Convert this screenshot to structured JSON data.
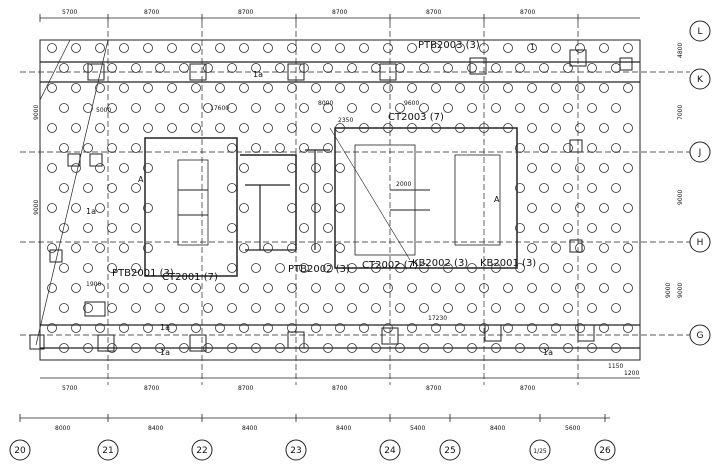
{
  "drawing": {
    "top_dimensions": [
      "5700",
      "8700",
      "8700",
      "8700",
      "8700",
      "8700"
    ],
    "bottom_dimensions_row1": [
      "5700",
      "8700",
      "8700",
      "8700",
      "8700",
      "8700"
    ],
    "bottom_dimensions_row2": [
      "8000",
      "8400",
      "8400",
      "8400",
      "5400",
      "8400",
      "5600"
    ],
    "right_dimensions": [
      "4800",
      "7000",
      "9000",
      "9000",
      "9000"
    ],
    "left_dimensions": [
      "9000",
      "9000"
    ],
    "grid_right": [
      "L",
      "K",
      "J",
      "H",
      "G"
    ],
    "grid_bottom": [
      "20",
      "21",
      "22",
      "23",
      "24",
      "25",
      "1/25",
      "26"
    ],
    "element_labels": {
      "ptb2003": "PTB2003 (3)",
      "ct2003": "CT2003 (7)",
      "ptb2001": "PTB2001 (3)",
      "ct2001": "CT2001 (7)",
      "ptb2002": "PTB2002 (3)",
      "ct2002": "CT2002 (7)",
      "kb2002": "KB2002 (3)",
      "kb2001": "KB2001 (3)"
    },
    "misc_dims": {
      "d17600": "17600",
      "d5000": "5000",
      "d8000": "8000",
      "d9600": "9600",
      "d2350": "2350",
      "d2000": "2000",
      "d1900": "1900",
      "d17230": "17230",
      "d1150": "1150",
      "d1200": "1200"
    },
    "marks": {
      "one_a": "1a",
      "a_label": "A",
      "one": "1"
    }
  }
}
